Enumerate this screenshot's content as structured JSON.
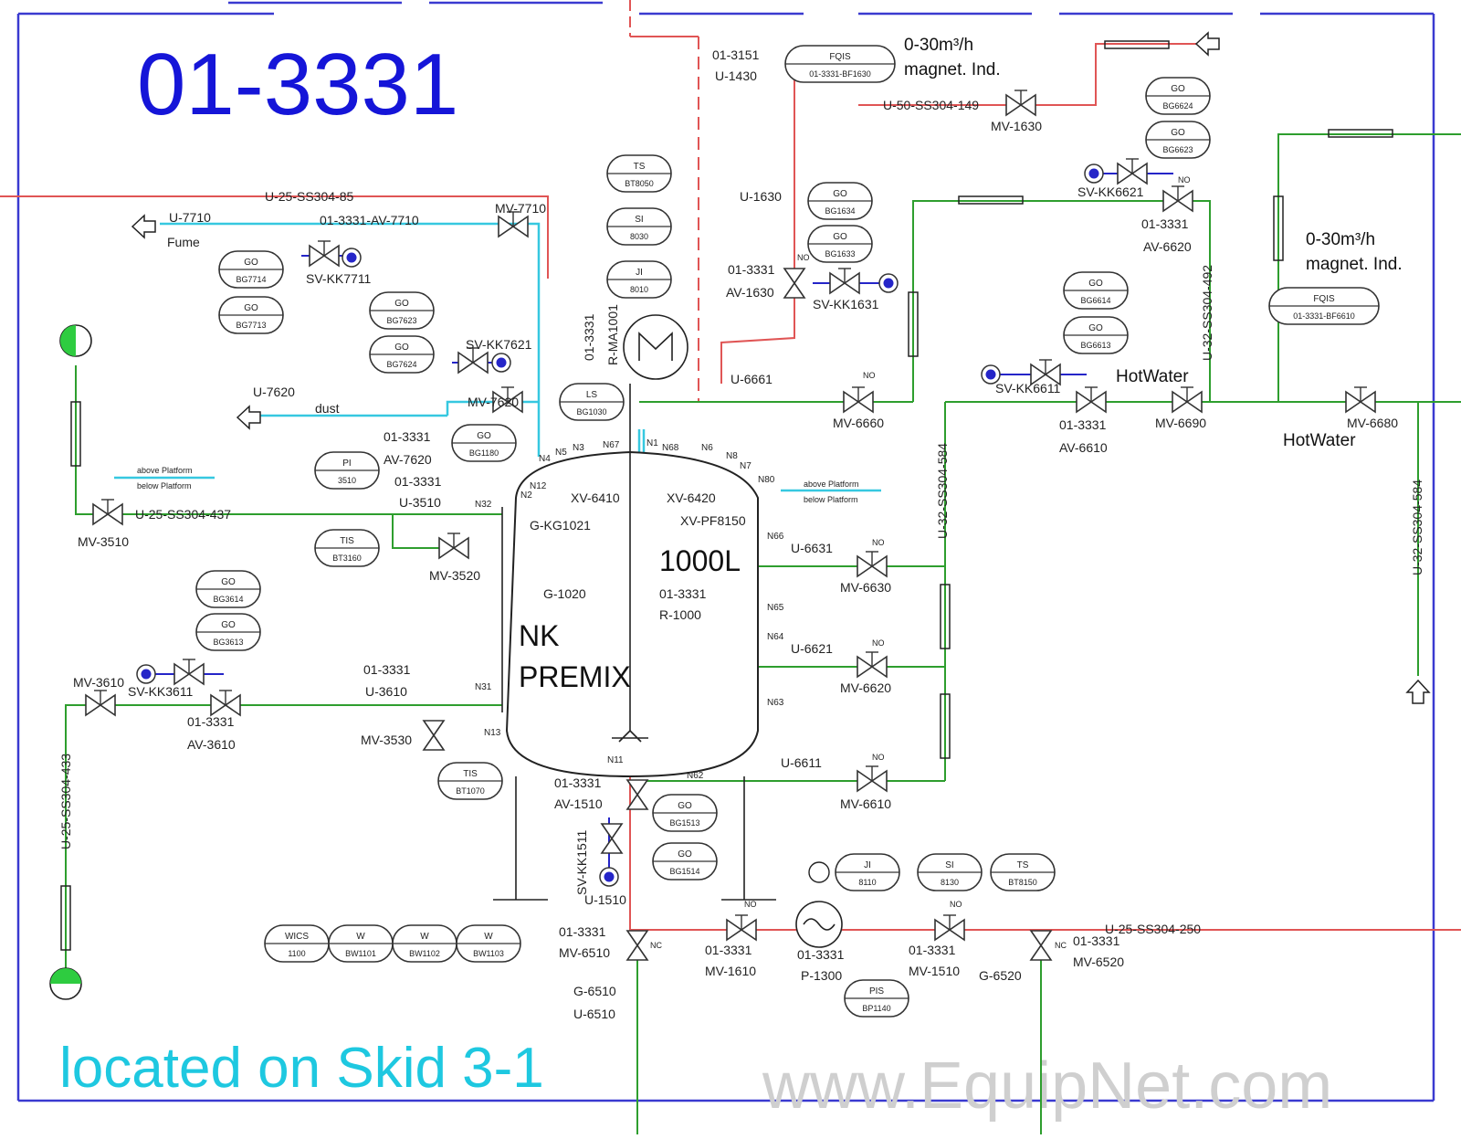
{
  "title": "01-3331",
  "location": "located on Skid 3-1",
  "watermark": "www.EquipNet.com",
  "vessel": {
    "line1": "NK",
    "line2": "PREMIX",
    "volume": "1000L",
    "tag1": "01-3331",
    "tag2": "R-1000"
  },
  "colors": {
    "title": "#1515d8",
    "skid": "#1ec8e0",
    "pipe_red": "#e05555",
    "pipe_green": "#2e9e2e",
    "pipe_cyan": "#36c8e0",
    "pipe_blue": "#2525c8"
  },
  "instruments": [
    {
      "top": "GO",
      "bot": "BG7714"
    },
    {
      "top": "GO",
      "bot": "BG7713"
    },
    {
      "top": "GO",
      "bot": "BG7623"
    },
    {
      "top": "GO",
      "bot": "BG7624"
    },
    {
      "top": "GO",
      "bot": "BG1180"
    },
    {
      "top": "PI",
      "bot": "3510"
    },
    {
      "top": "TIS",
      "bot": "BT3160"
    },
    {
      "top": "GO",
      "bot": "BG3614"
    },
    {
      "top": "GO",
      "bot": "BG3613"
    },
    {
      "top": "TIS",
      "bot": "BT1070"
    },
    {
      "top": "TS",
      "bot": "BT8050"
    },
    {
      "top": "SI",
      "bot": "8030"
    },
    {
      "top": "JI",
      "bot": "8010"
    },
    {
      "top": "LS",
      "bot": "BG1030"
    },
    {
      "top": "FQIS",
      "bot": "01-3331-BF1630"
    },
    {
      "top": "GO",
      "bot": "BG1634"
    },
    {
      "top": "GO",
      "bot": "BG1633"
    },
    {
      "top": "GO",
      "bot": "BG6624"
    },
    {
      "top": "GO",
      "bot": "BG6623"
    },
    {
      "top": "GO",
      "bot": "BG6614"
    },
    {
      "top": "GO",
      "bot": "BG6613"
    },
    {
      "top": "FQIS",
      "bot": "01-3331-BF6610"
    },
    {
      "top": "GO",
      "bot": "BG1513"
    },
    {
      "top": "GO",
      "bot": "BG1514"
    },
    {
      "top": "JI",
      "bot": "8110"
    },
    {
      "top": "SI",
      "bot": "8130"
    },
    {
      "top": "TS",
      "bot": "BT8150"
    },
    {
      "top": "PIS",
      "bot": "BP1140"
    },
    {
      "top": "WICS",
      "bot": "1100"
    },
    {
      "top": "W",
      "bot": "BW1101"
    },
    {
      "top": "W",
      "bot": "BW1102"
    },
    {
      "top": "W",
      "bot": "BW1103"
    }
  ],
  "labels": {
    "l01": "U-25-SS304-85",
    "l02": "U-7710",
    "l03": "Fume",
    "l04": "01-3331-AV-7710",
    "l05": "MV-7710",
    "l06": "SV-KK7711",
    "l07": "U-7620",
    "l08": "dust",
    "l09": "SV-KK7621",
    "l10": "MV-7620",
    "l11": "01-3331",
    "l12": "AV-7620",
    "l13": "01-3331",
    "l14": "U-3510",
    "l15": "N32",
    "l16": "U-25-SS304-437",
    "l17": "MV-3510",
    "l18": "MV-3520",
    "l19": "MV-3610",
    "l20": "SV-KK3611",
    "l21": "01-3331",
    "l22": "AV-3610",
    "l23": "01-3331",
    "l24": "U-3610",
    "l25": "N31",
    "l26": "MV-3530",
    "l27": "N13",
    "l28": "U-25-SS304-433",
    "l29": "01-3151",
    "l30": "U-1430",
    "l31": "0-30m³/h",
    "l32": "magnet. Ind.",
    "l33": "U-50-SS304-149",
    "l34": "MV-1630",
    "l35": "U-1630",
    "l36": "01-3331",
    "l37": "AV-1630",
    "l38": "SV-KK1631",
    "l39": "01-3331",
    "l40": "R-MA1001",
    "l41": "U-6661",
    "l42": "MV-6660",
    "l43": "SV-KK6621",
    "l44": "01-3331",
    "l45": "AV-6620",
    "l46": "U-32-SS304-492",
    "l47": "0-30m³/h",
    "l48": "magnet. Ind.",
    "l49": "SV-KK6611",
    "l50": "HotWater",
    "l51": "01-3331",
    "l52": "AV-6610",
    "l53": "MV-6690",
    "l54": "MV-6680",
    "l55": "HotWater",
    "l56": "U-32-SS304-584",
    "l57": "U-32-SS304-584",
    "l58": "XV-6410",
    "l59": "XV-6420",
    "l60": "XV-PF8150",
    "l61": "G-KG1021",
    "l62": "G-1020",
    "l63": "N66",
    "l64": "U-6631",
    "l65": "MV-6630",
    "l66": "N65",
    "l67": "N64",
    "l68": "U-6621",
    "l69": "MV-6620",
    "l70": "N63",
    "l71": "U-6611",
    "l72": "MV-6610",
    "l73": "N11",
    "l74": "N62",
    "l75": "01-3331",
    "l76": "AV-1510",
    "l77": "SV-KK1511",
    "l78": "U-1510",
    "l79": "01-3331",
    "l80": "MV-6510",
    "l81": "G-6510",
    "l82": "U-6510",
    "l83": "01-3331",
    "l84": "MV-1610",
    "l85": "01-3331",
    "l86": "P-1300",
    "l87": "01-3331",
    "l88": "MV-1510",
    "l89": "G-6520",
    "l90": "01-3331",
    "l91": "MV-6520",
    "l92": "U-25-SS304-250",
    "l93": "N67",
    "l94": "N68",
    "l95": "N6",
    "l96": "N8",
    "l97": "N7",
    "l98": "N80",
    "l99": "N4",
    "l100": "N5",
    "l101": "N3",
    "l102": "N2",
    "l103": "N12",
    "l104": "N1",
    "l105": "NO",
    "l106": "NO",
    "l107": "NO",
    "l108": "NO",
    "l109": "NO",
    "l110": "NO",
    "l111": "NO",
    "l112": "NC",
    "l113": "NC",
    "l114": "NO",
    "l115": "above Platform",
    "l116": "below Platform",
    "l117": "above Platform",
    "l118": "below Platform",
    "l119": "01-3331",
    "l120": "R-1000"
  }
}
